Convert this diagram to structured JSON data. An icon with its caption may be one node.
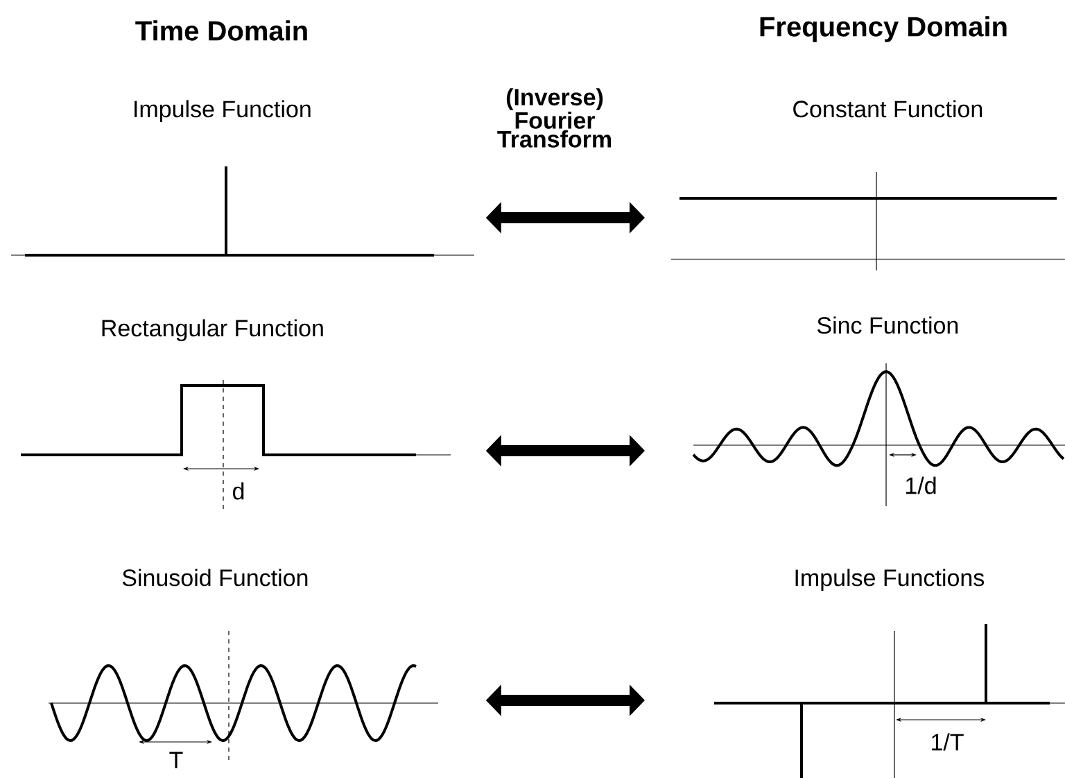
{
  "diagram": {
    "nodes": [
      {
        "text": [
          "Impulse Function"
        ]
      },
      {
        "text": [
          "Constant Function"
        ]
      },
      {
        "text": [
          "Rectangular Function"
        ]
      },
      {
        "text": [
          "Sinc Function"
        ]
      },
      {
        "text": [
          "Sinusoid Function"
        ]
      },
      {
        "text": [
          "Impulse Functions"
        ]
      }
    ],
    "edges": [
      {
        "from": 0,
        "to": 1,
        "arrow": "both"
      },
      {
        "from": 2,
        "to": 3,
        "arrow": "both"
      },
      {
        "from": 4,
        "to": 5,
        "arrow": "both"
      }
    ],
    "labels": [
      "Time Domain",
      "Frequency Domain",
      "(Inverse) Fourier Transform",
      "d",
      "1/d",
      "T",
      "1/T"
    ]
  }
}
